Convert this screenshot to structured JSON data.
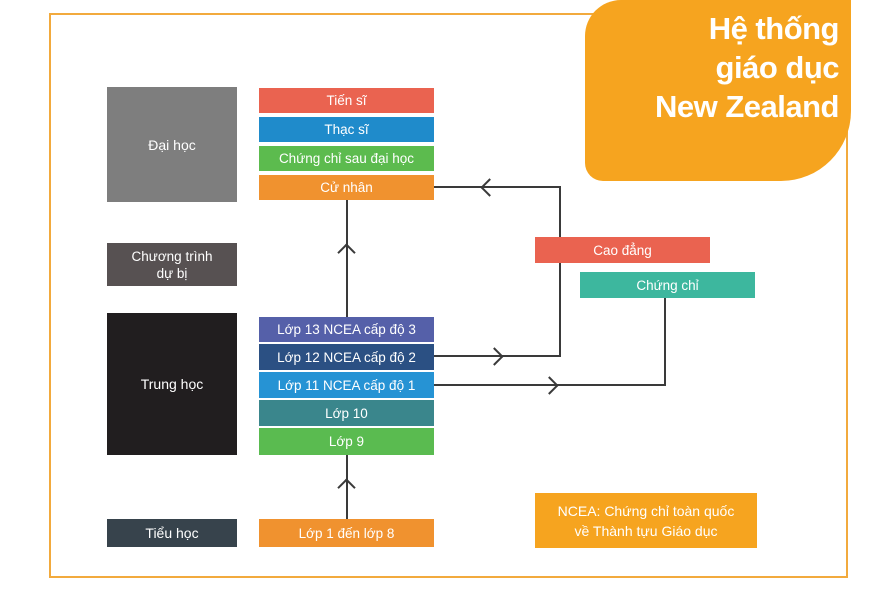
{
  "header": {
    "line1": "Hệ thống",
    "line2": "giáo dục",
    "line3": "New Zealand"
  },
  "sidebar": {
    "dai_hoc": "Đại học",
    "chuong_trinh_line1": "Chương trình",
    "chuong_trinh_line2": "dự bị",
    "trung_hoc": "Trung học",
    "tieu_hoc": "Tiểu học"
  },
  "tertiary": {
    "tien_si": "Tiến sĩ",
    "thac_si": "Thạc sĩ",
    "chung_chi_sau_dai_hoc": "Chứng chỉ sau đại học",
    "cu_nhan": "Cử nhân"
  },
  "secondary": {
    "lop13": "Lớp 13 NCEA cấp độ 3",
    "lop12": "Lớp 12 NCEA cấp độ 2",
    "lop11": "Lớp 11 NCEA cấp độ 1",
    "lop10": "Lớp 10",
    "lop9": "Lớp 9"
  },
  "primary": {
    "lop1_8": "Lớp 1 đến lớp 8"
  },
  "pathways": {
    "cao_dang": "Cao đẳng",
    "chung_chi": "Chứng chỉ"
  },
  "note": {
    "line1": "NCEA:  Chứng chỉ toàn quốc",
    "line2": "về Thành tựu Giáo dục"
  },
  "connections": [
    {
      "from": "Lớp 13 NCEA cấp độ 3",
      "to": "Cử nhân",
      "arrow": "up"
    },
    {
      "from": "Lớp 12 NCEA cấp độ 2",
      "to": "Cử nhân",
      "via": "Cao đẳng",
      "arrow": "right-then-left-into-cu-nhan"
    },
    {
      "from": "Lớp 11 NCEA cấp độ 1",
      "to": "Chứng chỉ",
      "arrow": "right"
    },
    {
      "from": "Lớp 1 đến lớp 8",
      "to": "Lớp 9",
      "arrow": "up"
    }
  ],
  "colors": {
    "accent_orange": "#F6A41F",
    "frame_border": "#F2AA3D",
    "bar_red": "#EA6350",
    "bar_blue": "#1F8BCB",
    "bar_green": "#5CBB4E",
    "bar_orange": "#F0922F",
    "bar_indigo": "#5560A9",
    "bar_navy": "#2B5083",
    "bar_sky": "#2693D4",
    "bar_teal_dark": "#3A868C",
    "bar_green2": "#5ABB50",
    "bar_teal": "#3DB79E",
    "box_gray": "#7E7E7E",
    "box_darkgray": "#575152",
    "box_black": "#211E1F",
    "box_slate": "#37434C",
    "line": "#3A3A3A"
  }
}
